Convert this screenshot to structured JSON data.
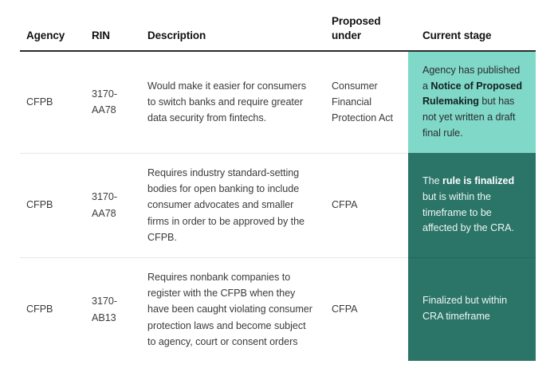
{
  "table": {
    "columns": [
      {
        "key": "agency",
        "label": "Agency"
      },
      {
        "key": "rin",
        "label": "RIN"
      },
      {
        "key": "description",
        "label": "Description"
      },
      {
        "key": "proposed_under",
        "label": "Proposed under"
      },
      {
        "key": "current_stage",
        "label": "Current stage"
      }
    ],
    "rows": [
      {
        "agency": "CFPB",
        "rin": "3170-AA78",
        "description": "Would make it easier for consumers to switch banks and require greater data security from fintechs.",
        "proposed_under": "Consumer Financial Protection Act",
        "current_stage": {
          "tone": "light",
          "parts": [
            {
              "text": "Agency has published a ",
              "bold": false
            },
            {
              "text": "Notice of Proposed Rulemaking",
              "bold": true
            },
            {
              "text": " but has not yet written a draft final rule.",
              "bold": false
            }
          ]
        }
      },
      {
        "agency": "CFPB",
        "rin": "3170-AA78",
        "description": "Requires industry standard-setting bodies for open banking to include consumer advocates and smaller firms in order to be approved by the CFPB.",
        "proposed_under": "CFPA",
        "current_stage": {
          "tone": "dark",
          "parts": [
            {
              "text": "The ",
              "bold": false
            },
            {
              "text": "rule is finalized",
              "bold": true
            },
            {
              "text": " but is within the timeframe to be affected by the CRA.",
              "bold": false
            }
          ]
        }
      },
      {
        "agency": "CFPB",
        "rin": "3170-AB13",
        "description": "Requires nonbank companies to register with the CFPB when they have been caught violating consumer protection laws and become subject to agency, court or consent orders",
        "proposed_under": "CFPA",
        "current_stage": {
          "tone": "dark",
          "parts": [
            {
              "text": "Finalized but within CRA timeframe",
              "bold": false
            }
          ]
        }
      }
    ]
  },
  "colors": {
    "stage_light": "#7fd8c8",
    "stage_dark": "#2a7468",
    "header_rule": "#2b2b2b",
    "body_text": "#3b3b3b",
    "row_divider": "#e4e7e8",
    "page_background": "#ffffff"
  }
}
